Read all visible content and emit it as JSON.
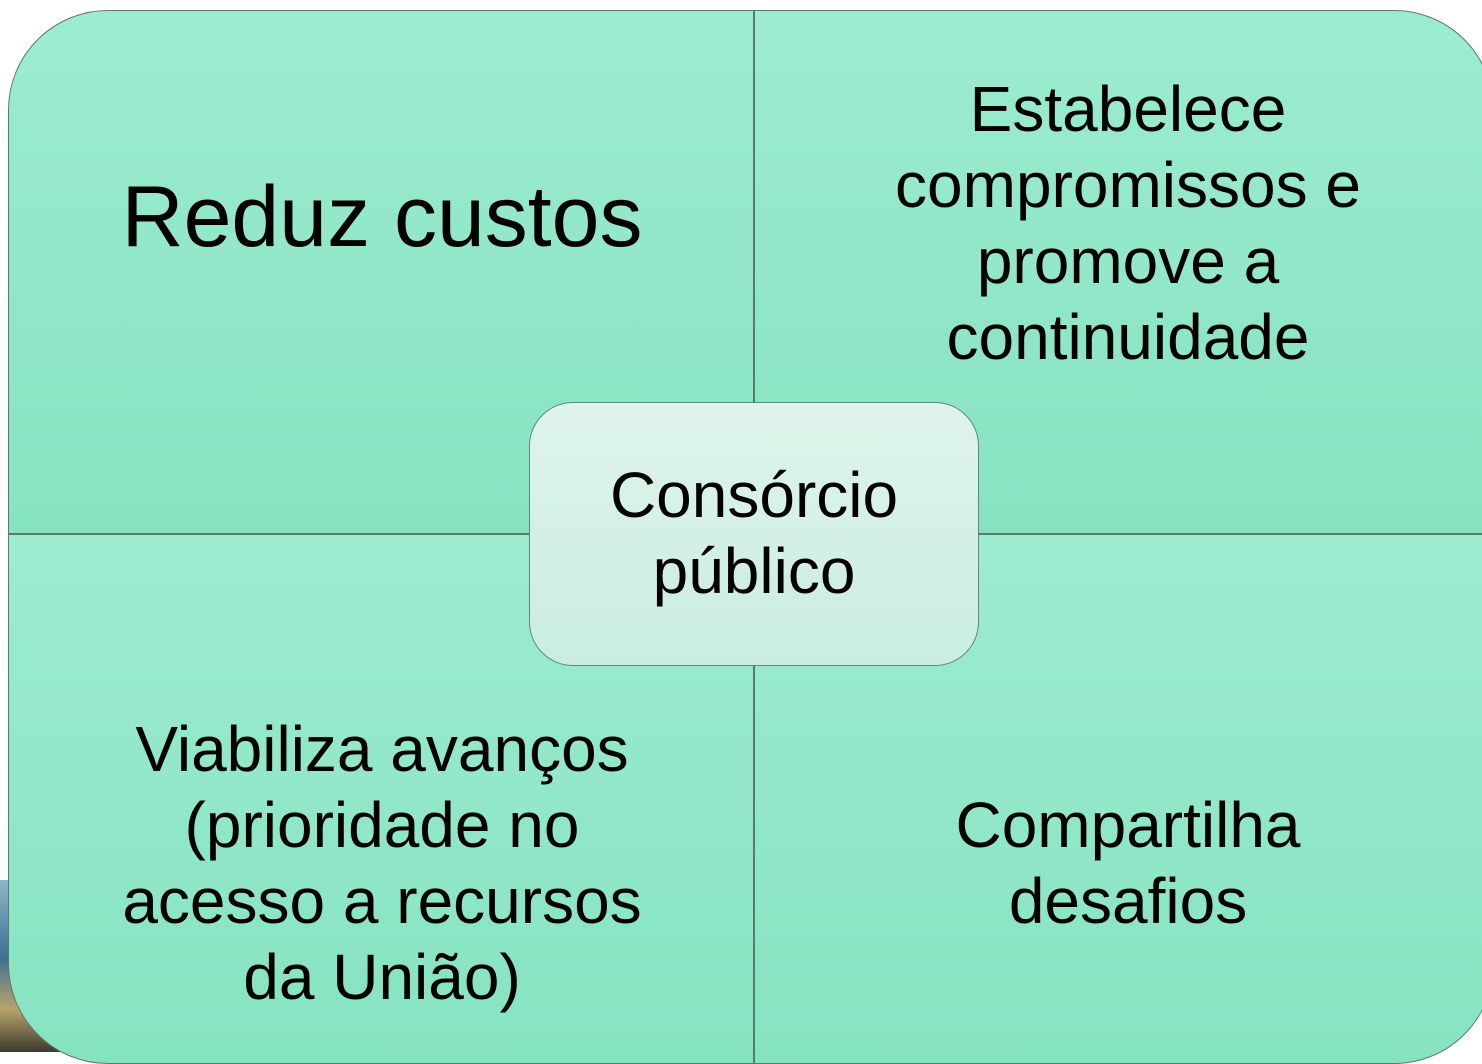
{
  "diagram": {
    "center": {
      "label": "Consórcio público"
    },
    "quadrants": {
      "top_left": {
        "label": "Reduz custos"
      },
      "top_right": {
        "label": "Estabelece compromissos e promove a continuidade"
      },
      "bottom_left": {
        "label": "Viabiliza avanços (prioridade no acesso a recursos da União)"
      },
      "bottom_right": {
        "label": "Compartilha desafios"
      }
    }
  },
  "colors": {
    "quadrant_fill": "#90e7c7",
    "center_fill": "#d4f1e6",
    "border": "#5b7a6c",
    "text": "#000000"
  }
}
